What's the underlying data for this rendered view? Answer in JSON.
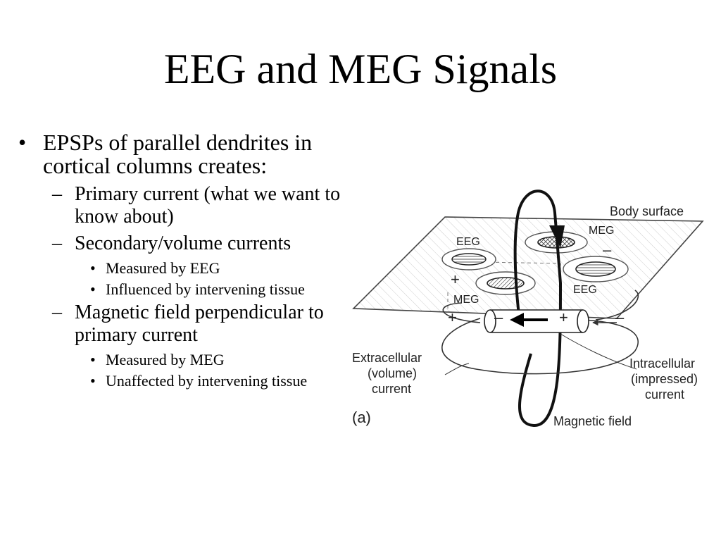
{
  "slide": {
    "title": "EEG and MEG Signals",
    "bullets": [
      {
        "level": 1,
        "text": "EPSPs of parallel dendrites in cortical columns creates:"
      },
      {
        "level": 2,
        "text": "Primary current (what we want to know about)"
      },
      {
        "level": 2,
        "text": "Secondary/volume currents"
      },
      {
        "level": 3,
        "text": "Measured by EEG"
      },
      {
        "level": 3,
        "text": "Influenced by intervening tissue"
      },
      {
        "level": 2,
        "text": "Magnetic field perpendicular to primary current"
      },
      {
        "level": 3,
        "text": "Measured by MEG"
      },
      {
        "level": 3,
        "text": "Unaffected by intervening tissue"
      }
    ],
    "markers": {
      "level1": "•",
      "level2": "–",
      "level3": "•"
    }
  },
  "diagram": {
    "labels": {
      "body_surface": "Body surface",
      "meg_top": "MEG",
      "eeg_left": "EEG",
      "eeg_right": "EEG",
      "meg_left": "MEG",
      "extracellular_1": "Extracellular",
      "extracellular_2": "(volume)",
      "extracellular_3": "current",
      "intracellular_1": "Intracellular",
      "intracellular_2": "(impressed)",
      "intracellular_3": "current",
      "magnetic_field": "Magnetic field",
      "panel": "(a)"
    },
    "signs": {
      "meg_minus": "–",
      "plus_left": "+",
      "minus_left": "–",
      "cyl_minus": "–",
      "cyl_plus": "+",
      "outer_plus": "+",
      "outer_minus": "–"
    }
  }
}
